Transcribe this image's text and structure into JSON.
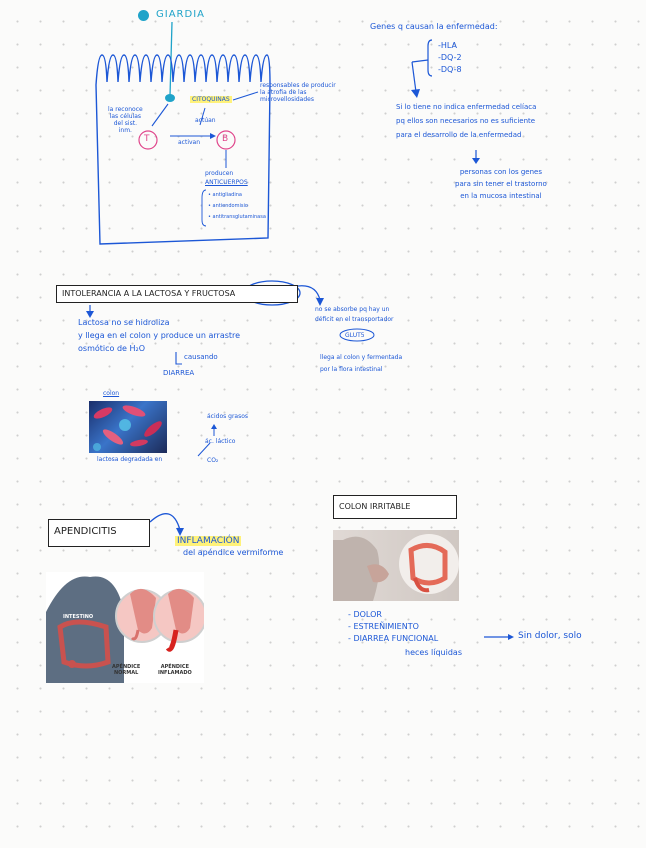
{
  "giardia": {
    "title": "GIARDIA",
    "recognize_cells": "la reconoce\nlas células\ndel sist.\ninm.",
    "cell_t": "T",
    "cell_b": "B",
    "citoquinas": "CITOQUINAS",
    "responsible": "responsables de producir\nla atrofia de las\nmicrovellosidades",
    "acts": "actúan",
    "activate": "activan",
    "produce": "producen",
    "antibodies": "ANTICUERPOS",
    "antibody_list": [
      "antigliadina",
      "antiendomisio",
      "antitransglutaminasa"
    ]
  },
  "genes": {
    "title": "Genes q causan la enfermedad:",
    "items": [
      "HLA",
      "DQ-2",
      "DQ-8"
    ],
    "note": "Si lo tiene no indica enfermedad celíaca\npq ellos son necesarios no es suficiente\npara el desarrollo de la enfermedad",
    "note2": "personas con los genes\npara sin tener el trastorno\nen la mucosa intestinal"
  },
  "intolerance": {
    "title": "INTOLERANCIA A LA LACTOSA Y FRUCTOSA",
    "lactose": "Lactosa no se hidroliza\ny llega en el colon y produce un arrastre\nosmótico de H₂O",
    "causing": "causando",
    "diarrhea": "DIARREA",
    "colon_label": "colon",
    "fatty_acids": "ácidos grasos",
    "lactic_acid": "ác. láctico",
    "lactose_degraded": "lactosa degradada en",
    "co2": "CO₂",
    "fructose_note": "no se absorbe pq hay un\ndéficit en el transportador",
    "glut": "GLUT5",
    "fructose_note2": "llega al colon y fermentada\npor la flora intestinal"
  },
  "appendicitis": {
    "title": "APENDICITIS",
    "definition1": "INFLAMACIÓN",
    "definition2": "del apéndice vermiforme",
    "img_intestine": "INTESTINO",
    "img_normal": "APÉNDICE\nNORMAL",
    "img_inflamed": "APÉNDICE\nINFLAMADO"
  },
  "ibs": {
    "title": "COLON IRRITABLE",
    "symptoms": [
      "DOLOR",
      "ESTREÑIMIENTO",
      "DIARREA FUNCIONAL"
    ],
    "painless": "Sin dolor, solo",
    "liquid": "heces líquidas"
  },
  "colors": {
    "ink": "#1c57d6",
    "highlight": "#fff27a",
    "accent": "#1fa3c9"
  }
}
